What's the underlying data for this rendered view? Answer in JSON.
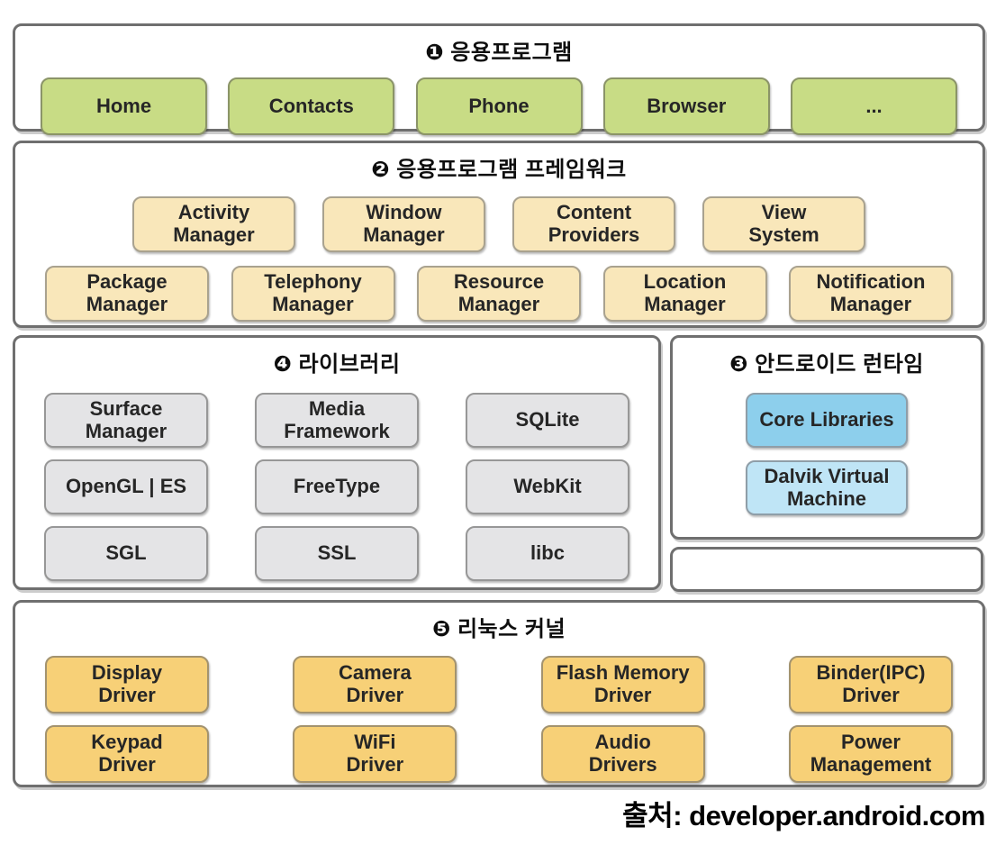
{
  "page": {
    "caption": "출처: developer.android.com",
    "background": "#ffffff"
  },
  "colors": {
    "applications_box": "#c8dc85",
    "framework_box": "#f9e7ba",
    "libraries_box": "#e4e4e6",
    "runtime_core_box": "#8dcfec",
    "runtime_dalvik_box": "#bfe5f6",
    "kernel_box": "#f7d077",
    "panel_border": "#6f6f6f"
  },
  "sections": {
    "applications": {
      "title": "❶ 응용프로그램",
      "items": [
        "Home",
        "Contacts",
        "Phone",
        "Browser",
        "..."
      ]
    },
    "framework": {
      "title": "❷ 응용프로그램 프레임워크",
      "row1": [
        "Activity\nManager",
        "Window\nManager",
        "Content\nProviders",
        "View\nSystem"
      ],
      "row2": [
        "Package\nManager",
        "Telephony\nManager",
        "Resource\nManager",
        "Location\nManager",
        "Notification\nManager"
      ]
    },
    "libraries": {
      "title": "❹ 라이브러리",
      "rows": [
        [
          "Surface\nManager",
          "Media\nFramework",
          "SQLite"
        ],
        [
          "OpenGL | ES",
          "FreeType",
          "WebKit"
        ],
        [
          "SGL",
          "SSL",
          "libc"
        ]
      ]
    },
    "runtime": {
      "title": "❸ 안드로이드 런타임",
      "items": [
        "Core Libraries",
        "Dalvik Virtual\nMachine"
      ]
    },
    "kernel": {
      "title": "❺ 리눅스 커널",
      "row1": [
        "Display\nDriver",
        "Camera\nDriver",
        "Flash Memory\nDriver",
        "Binder(IPC)\nDriver"
      ],
      "row2": [
        "Keypad\nDriver",
        "WiFi\nDriver",
        "Audio\nDrivers",
        "Power\nManagement"
      ]
    }
  }
}
